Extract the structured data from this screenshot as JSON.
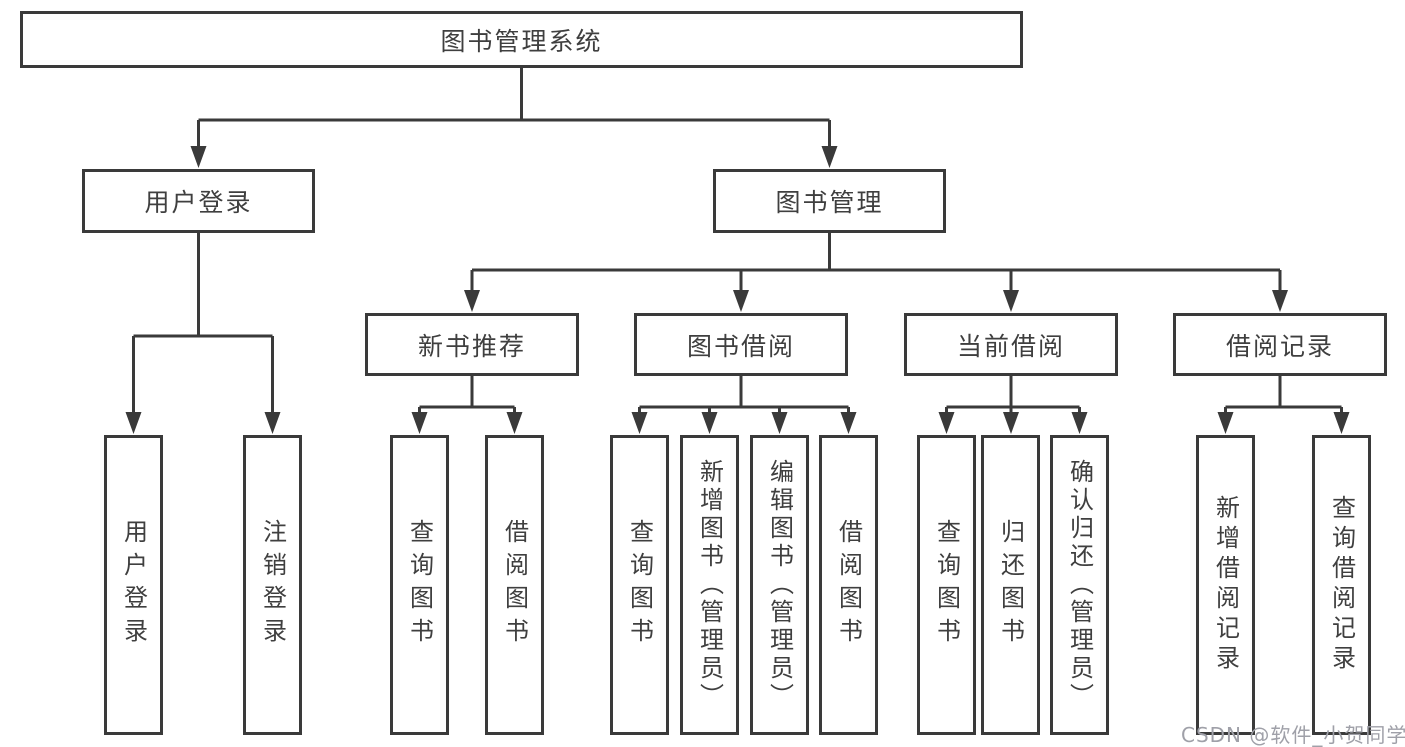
{
  "colors": {
    "line": "#3a3a3a",
    "box_border": "#3a3a3a",
    "text": "#3f3f3f",
    "background": "#ffffff",
    "watermark": "#9fa0a8"
  },
  "tree": {
    "root": "图书管理系统",
    "login": {
      "label": "用户登录",
      "children": [
        "用户登录",
        "注销登录"
      ]
    },
    "management": {
      "label": "图书管理",
      "sections": [
        {
          "label": "新书推荐",
          "children": [
            "查询图书",
            "借阅图书"
          ]
        },
        {
          "label": "图书借阅",
          "children": [
            "查询图书",
            "新增图书（管理员）",
            "编辑图书（管理员）",
            "借阅图书"
          ]
        },
        {
          "label": "当前借阅",
          "children": [
            "查询图书",
            "归还图书",
            "确认归还（管理员）"
          ]
        },
        {
          "label": "借阅记录",
          "children": [
            "新增借阅记录",
            "查询借阅记录"
          ]
        }
      ]
    }
  },
  "watermark": "CSDN @软件_小贺同学"
}
